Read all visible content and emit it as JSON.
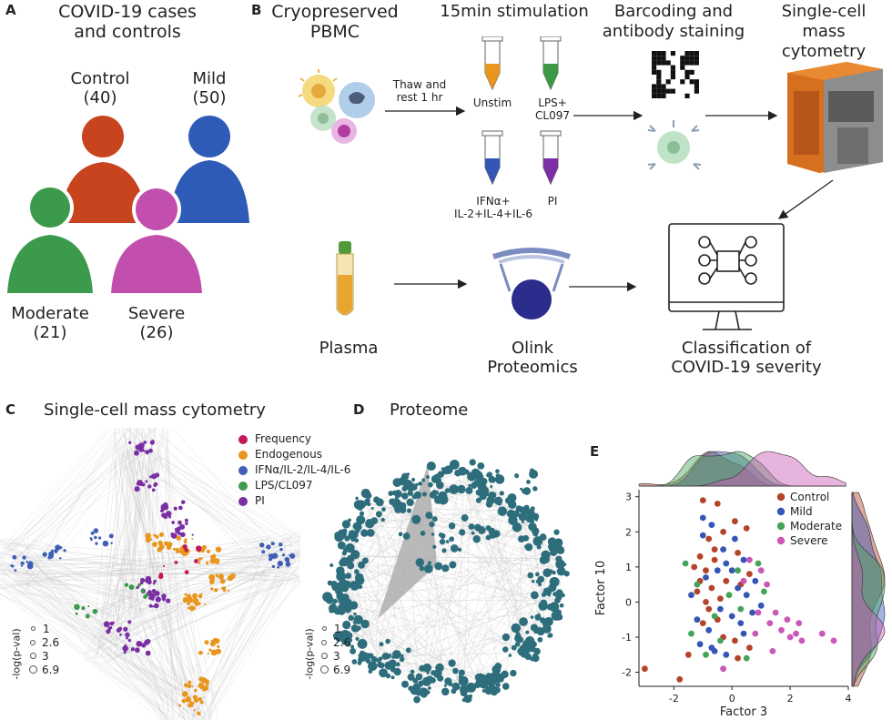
{
  "panels": {
    "a": {
      "label": "A",
      "title": "COVID-19 cases\nand controls",
      "groups": [
        {
          "name": "Control",
          "count": "(40)",
          "color": "#c8441f"
        },
        {
          "name": "Mild",
          "count": "(50)",
          "color": "#2f5bb8"
        },
        {
          "name": "Moderate",
          "count": "(21)",
          "color": "#3b9a4b"
        },
        {
          "name": "Severe",
          "count": "(26)",
          "color": "#c24fae"
        }
      ]
    },
    "b": {
      "label": "B",
      "step1": "Cryopreserved\nPBMC",
      "step2": "15min stimulation",
      "step3": "Barcoding and\nantibody staining",
      "step4": "Single-cell\nmass cytometry",
      "thaw": "Thaw and\nrest 1 hr",
      "tubes": {
        "unstim": "Unstim",
        "lps": "LPS+\nCL097",
        "ifn": "IFNα+\nIL-2+IL-4+IL-6",
        "pi": "PI"
      },
      "plasma": "Plasma",
      "olink": "Olink\nProteomics",
      "classification": "Classification of\nCOVID-19 severity"
    },
    "c": {
      "label": "C",
      "title": "Single-cell mass cytometry",
      "legend": [
        {
          "name": "Frequency",
          "color": "#c2185b"
        },
        {
          "name": "Endogenous",
          "color": "#e8961e"
        },
        {
          "name": "IFNα/IL-2/IL-4/IL-6",
          "color": "#3e5fb5"
        },
        {
          "name": "LPS/CL097",
          "color": "#3f9a4e"
        },
        {
          "name": "PI",
          "color": "#7b2fa4"
        }
      ],
      "size_title": "-log(p-val)",
      "size_values": [
        "1",
        "2.6",
        "3",
        "6.9"
      ]
    },
    "d": {
      "label": "D",
      "title": "Proteome",
      "node_color": "#2e6e7c",
      "size_title": "-log(p-val)",
      "size_values": [
        "1",
        "2.6",
        "3",
        "6.9"
      ]
    }
  },
  "chart_data": {
    "label": "E",
    "type": "scatter",
    "xlabel": "Factor 3",
    "ylabel": "Factor 10",
    "xlim": [
      -3.2,
      4.0
    ],
    "ylim": [
      -2.4,
      3.2
    ],
    "xticks": [
      "-2",
      "0",
      "2",
      "4"
    ],
    "yticks": [
      "3",
      "2",
      "1",
      "0",
      "-1",
      "-2"
    ],
    "legend_position": "top-right",
    "series": [
      {
        "name": "Control",
        "color": "#b5432a",
        "points": [
          [
            -1.0,
            2.9
          ],
          [
            -0.5,
            2.8
          ],
          [
            -0.3,
            2.0
          ],
          [
            0.1,
            2.3
          ],
          [
            -0.8,
            1.8
          ],
          [
            0.5,
            2.1
          ],
          [
            0.2,
            1.4
          ],
          [
            -0.6,
            1.2
          ],
          [
            -0.9,
            0.9
          ],
          [
            -1.3,
            1.0
          ],
          [
            -1.1,
            0.6
          ],
          [
            -0.7,
            0.4
          ],
          [
            -0.4,
            0.1
          ],
          [
            -0.9,
            0.0
          ],
          [
            -1.2,
            0.3
          ],
          [
            -0.8,
            -0.2
          ],
          [
            -0.5,
            -0.5
          ],
          [
            0.3,
            0.5
          ],
          [
            0.6,
            0.8
          ],
          [
            -1.0,
            -0.6
          ],
          [
            -0.3,
            -1.0
          ],
          [
            0.1,
            -1.1
          ],
          [
            0.6,
            -1.3
          ],
          [
            0.2,
            -1.6
          ],
          [
            -1.5,
            -1.5
          ],
          [
            -3.0,
            -1.9
          ],
          [
            -1.8,
            -2.2
          ],
          [
            -0.6,
            1.5
          ],
          [
            -1.1,
            1.3
          ],
          [
            -0.2,
            0.6
          ]
        ]
      },
      {
        "name": "Mild",
        "color": "#3556b6",
        "points": [
          [
            -1.0,
            2.4
          ],
          [
            -0.7,
            2.2
          ],
          [
            -0.3,
            1.5
          ],
          [
            0.1,
            1.8
          ],
          [
            0.4,
            1.2
          ],
          [
            -0.5,
            0.9
          ],
          [
            -0.9,
            0.7
          ],
          [
            0.2,
            0.4
          ],
          [
            0.5,
            0.2
          ],
          [
            -0.4,
            -0.2
          ],
          [
            0.0,
            -0.4
          ],
          [
            0.3,
            -0.6
          ],
          [
            -0.8,
            -0.8
          ],
          [
            -1.2,
            -0.5
          ],
          [
            -1.1,
            -1.2
          ],
          [
            -0.6,
            -1.4
          ],
          [
            0.4,
            -0.9
          ],
          [
            0.7,
            -0.3
          ],
          [
            1.0,
            -0.1
          ],
          [
            -0.2,
            -1.5
          ],
          [
            -1.0,
            1.9
          ],
          [
            -0.2,
            1.1
          ],
          [
            0.8,
            0.6
          ],
          [
            -1.4,
            0.2
          ],
          [
            0.0,
            0.9
          ],
          [
            -0.7,
            -1.3
          ]
        ]
      },
      {
        "name": "Moderate",
        "color": "#46a35a",
        "points": [
          [
            -1.6,
            1.1
          ],
          [
            -1.2,
            0.5
          ],
          [
            -0.6,
            -0.4
          ],
          [
            -0.1,
            0.2
          ],
          [
            0.3,
            -0.2
          ],
          [
            -0.4,
            -1.1
          ],
          [
            -1.4,
            -0.9
          ],
          [
            0.9,
            1.1
          ],
          [
            0.5,
            -1.6
          ],
          [
            -0.9,
            -1.5
          ],
          [
            0.2,
            0.9
          ],
          [
            1.1,
            0.3
          ]
        ]
      },
      {
        "name": "Severe",
        "color": "#c958b6",
        "points": [
          [
            0.6,
            1.2
          ],
          [
            1.0,
            0.9
          ],
          [
            1.2,
            0.5
          ],
          [
            0.9,
            -0.3
          ],
          [
            1.3,
            -0.6
          ],
          [
            1.7,
            -0.8
          ],
          [
            2.0,
            -1.0
          ],
          [
            2.2,
            -0.9
          ],
          [
            2.4,
            -1.1
          ],
          [
            2.3,
            -0.6
          ],
          [
            3.1,
            -0.9
          ],
          [
            3.5,
            -1.1
          ],
          [
            1.5,
            -0.3
          ],
          [
            0.8,
            -0.9
          ],
          [
            1.4,
            -1.4
          ],
          [
            -0.3,
            -1.9
          ],
          [
            1.9,
            -0.5
          ],
          [
            0.4,
            0.6
          ]
        ]
      }
    ]
  }
}
